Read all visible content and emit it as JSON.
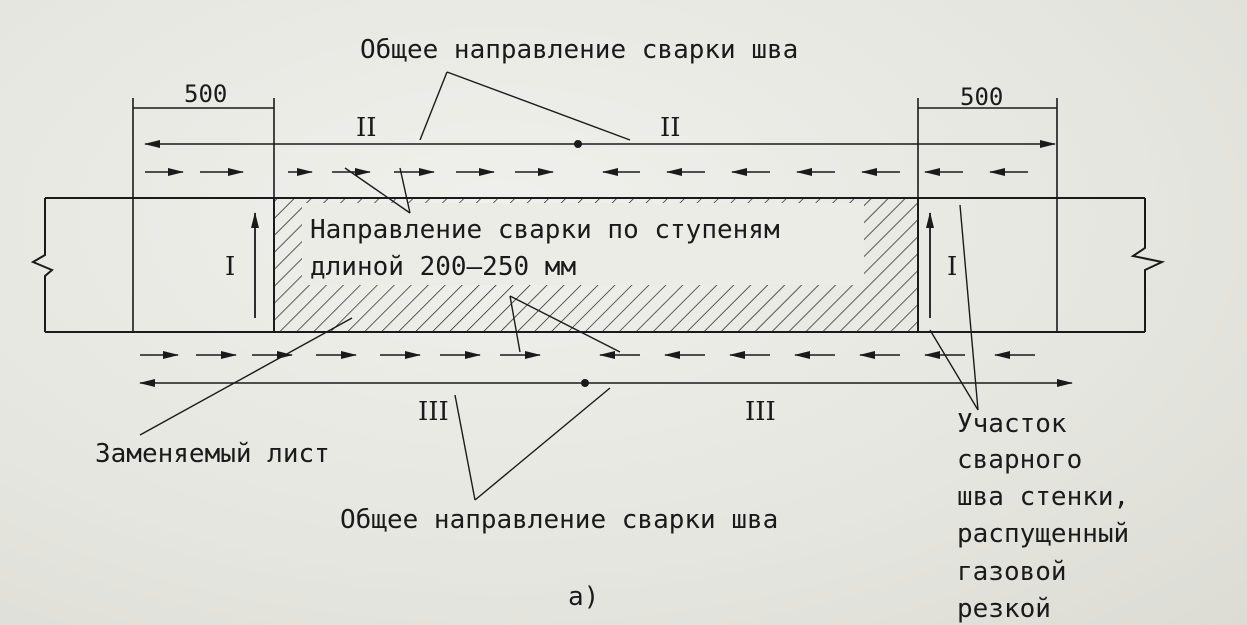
{
  "top_title": "Общее направление сварки шва",
  "bottom_title": "Общее направление сварки шва",
  "step_label_line1": "Направление сварки по ступеням",
  "step_label_line2": "длиной 200–250 мм",
  "dim_left": "500",
  "dim_right": "500",
  "pass_labels": {
    "one_left": "I",
    "one_right": "I",
    "two_left": "II",
    "two_right": "II",
    "three_left": "III",
    "three_right": "III"
  },
  "replaced_sheet_label": "Заменяемый лист",
  "seam_section_label": [
    "Участок",
    "сварного",
    "шва стенки,",
    "распущенный",
    "газовой",
    "резкой"
  ],
  "figure_caption": "а)",
  "colors": {
    "ink": "#1a1a1a",
    "paper": "#e9e9e4"
  }
}
